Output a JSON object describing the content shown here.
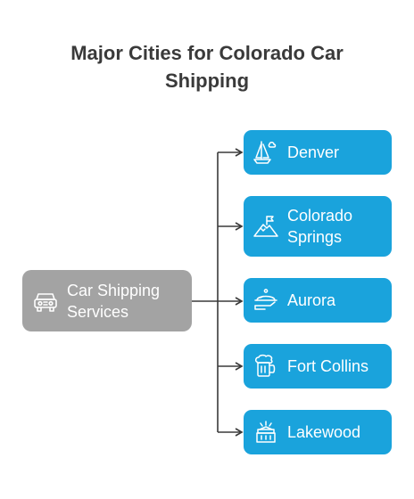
{
  "title": "Major Cities for Colorado Car Shipping",
  "root": {
    "label": "Car Shipping Services",
    "icon": "jeep-icon"
  },
  "cities": [
    {
      "label": "Denver",
      "icon": "sailboat-icon"
    },
    {
      "label": "Colorado Springs",
      "icon": "mountain-flag-icon"
    },
    {
      "label": "Aurora",
      "icon": "food-platter-icon"
    },
    {
      "label": "Fort Collins",
      "icon": "beer-mug-icon"
    },
    {
      "label": "Lakewood",
      "icon": "lamp-building-icon"
    }
  ],
  "colors": {
    "title": "#3a3a3a",
    "root_fill": "#a3a3a3",
    "city_fill": "#1aa3dc",
    "connector": "#3a3a3a"
  }
}
